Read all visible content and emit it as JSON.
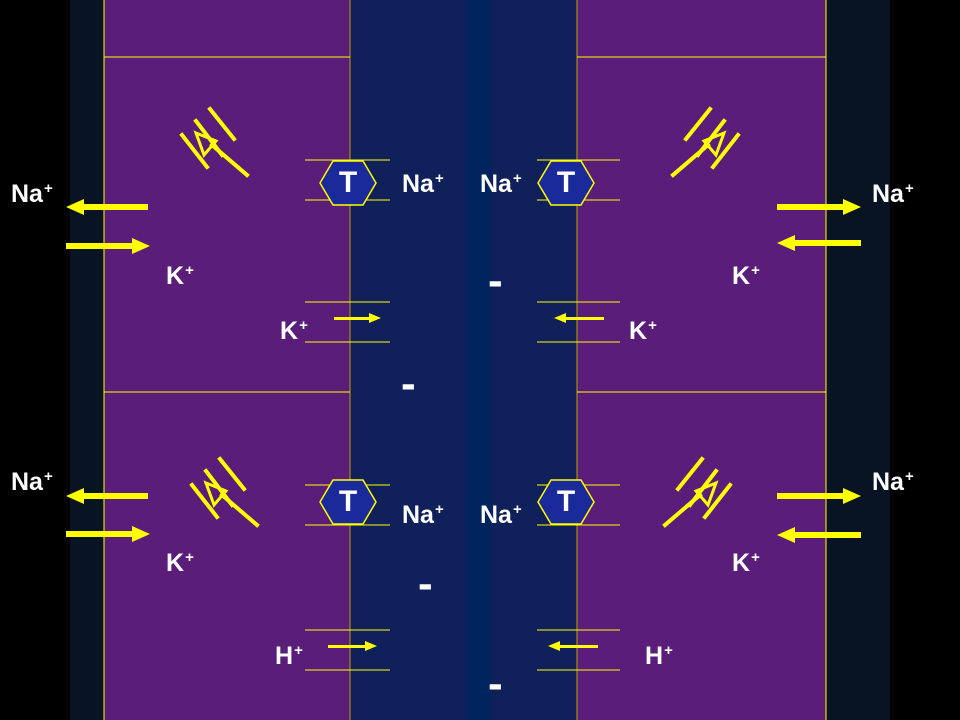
{
  "colors": {
    "background": "#000000",
    "cell_fill": "#5a1d7a",
    "lumen_fill": "#0f205a",
    "arrow": "#ffff00",
    "membrane_line": "#ffff00",
    "transporter_fill": "#1a2a9a",
    "text": "#ffffff"
  },
  "labels": {
    "na": {
      "ion": "Na",
      "charge": "+"
    },
    "k": {
      "ion": "K",
      "charge": "+"
    },
    "h": {
      "ion": "H",
      "charge": "+"
    }
  },
  "transporter": {
    "label": "T"
  },
  "charge_sign": "-",
  "icons": [
    "atpase-pump-icon",
    "arrow-icon",
    "transporter-hexagon-icon",
    "channel-icon"
  ]
}
